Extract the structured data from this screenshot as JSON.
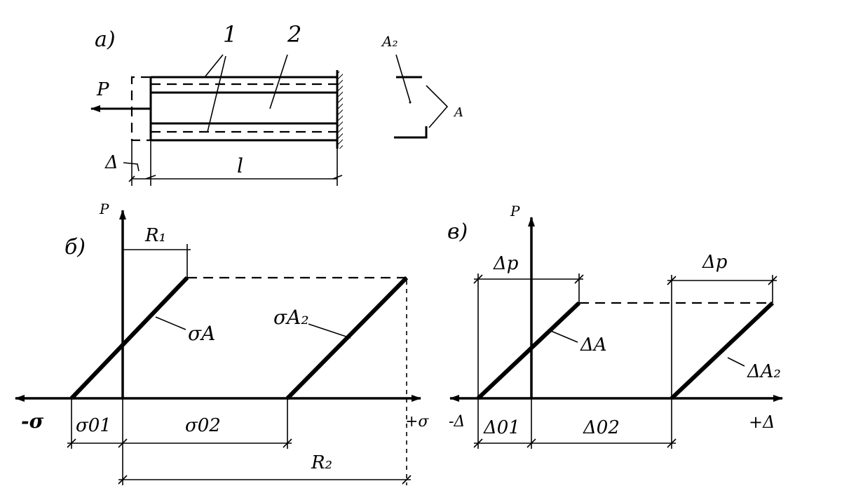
{
  "panel_a": {
    "label": "а)",
    "part1": "1",
    "part2": "2",
    "force": "P",
    "length": "l",
    "delta": "Δ",
    "area2": "A₂",
    "area": "A"
  },
  "panel_b": {
    "label": "б)",
    "axis_y": "P",
    "axis_x_pos": "+σ",
    "axis_x_neg": "-σ",
    "r1": "R₁",
    "r2": "R₂",
    "sigma_a": "σA",
    "sigma_a2": "σA₂",
    "sigma_01": "σ01",
    "sigma_02": "σ02"
  },
  "panel_v": {
    "label": "в)",
    "axis_y": "P",
    "axis_x_pos": "+Δ",
    "axis_x_neg": "-Δ",
    "delta_p_left": "Δp",
    "delta_p_right": "Δp",
    "delta_a": "ΔA",
    "delta_a2": "ΔA₂",
    "delta_01": "Δ01",
    "delta_02": "Δ02"
  }
}
